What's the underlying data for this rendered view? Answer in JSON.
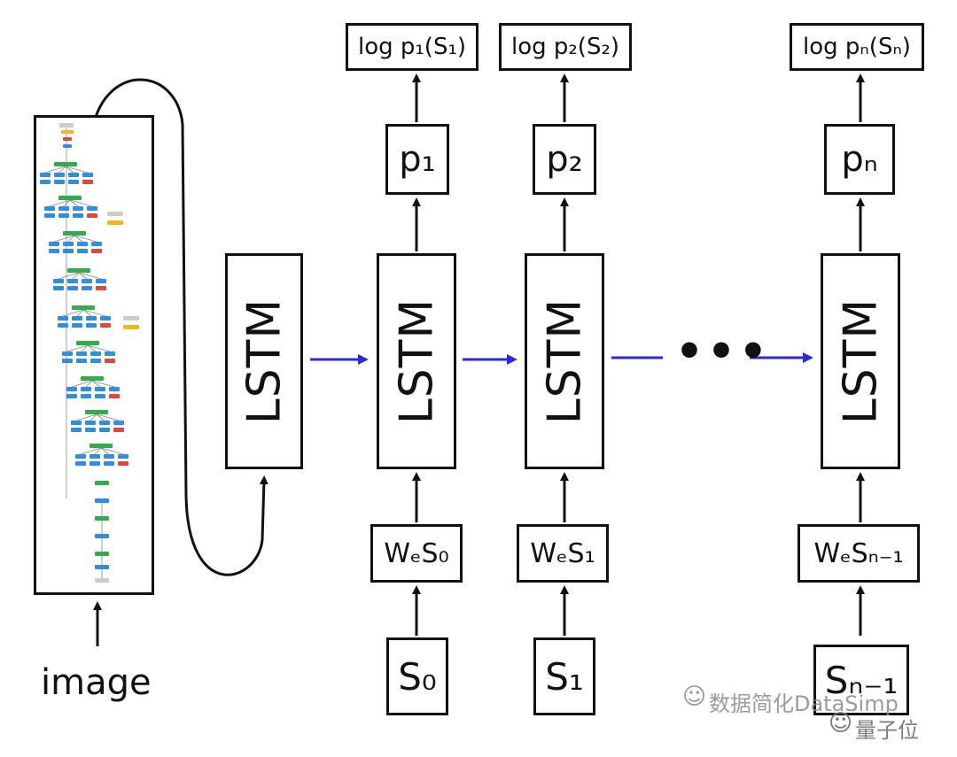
{
  "diagram": {
    "image_label": "image",
    "first_lstm_label": "LSTM",
    "columns": [
      {
        "output_label": "log p₁(S₁)",
        "prob_label": "p₁",
        "lstm_label": "LSTM",
        "embed_label": "WₑS₀",
        "input_label": "S₀"
      },
      {
        "output_label": "log p₂(S₂)",
        "prob_label": "p₂",
        "lstm_label": "LSTM",
        "embed_label": "WₑS₁",
        "input_label": "S₁"
      },
      {
        "output_label": "log pₙ(Sₙ)",
        "prob_label": "pₙ",
        "lstm_label": "LSTM",
        "embed_label": "WₑSₙ₋₁",
        "input_label": "Sₙ₋₁"
      }
    ],
    "ellipsis": "•••",
    "colors": {
      "stroke": "#111111",
      "recurrent_arrow": "#2a2ad8",
      "cnn_blue": "#2f8de4",
      "cnn_green": "#2fae4a",
      "cnn_red": "#e2453c",
      "cnn_yellow": "#f0b81a"
    }
  },
  "watermark": {
    "line1": "数据简化DataSimp",
    "line2": "量子位",
    "icon1": "wechat-icon",
    "icon2": "wechat-icon"
  }
}
